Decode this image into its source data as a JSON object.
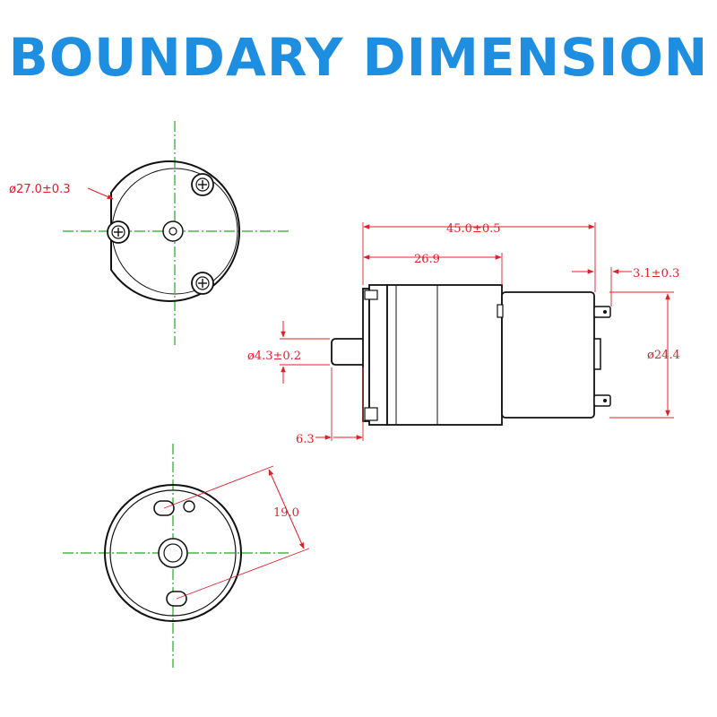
{
  "title": "BOUNDARY DIMENSION",
  "colors": {
    "title": "#1e8ee0",
    "outline": "#111111",
    "dimension": "#e0202a",
    "centerline": "#22aa22"
  },
  "dimensions": {
    "front_diameter": "ø27.0±0.3",
    "total_length": "45.0±0.5",
    "gearbox_length": "26.9",
    "terminal_offset": "3.1±0.3",
    "shaft_diameter": "ø4.3±0.2",
    "body_diameter": "ø24.4",
    "shaft_length": "6.3",
    "hole_spacing": "19.0"
  }
}
